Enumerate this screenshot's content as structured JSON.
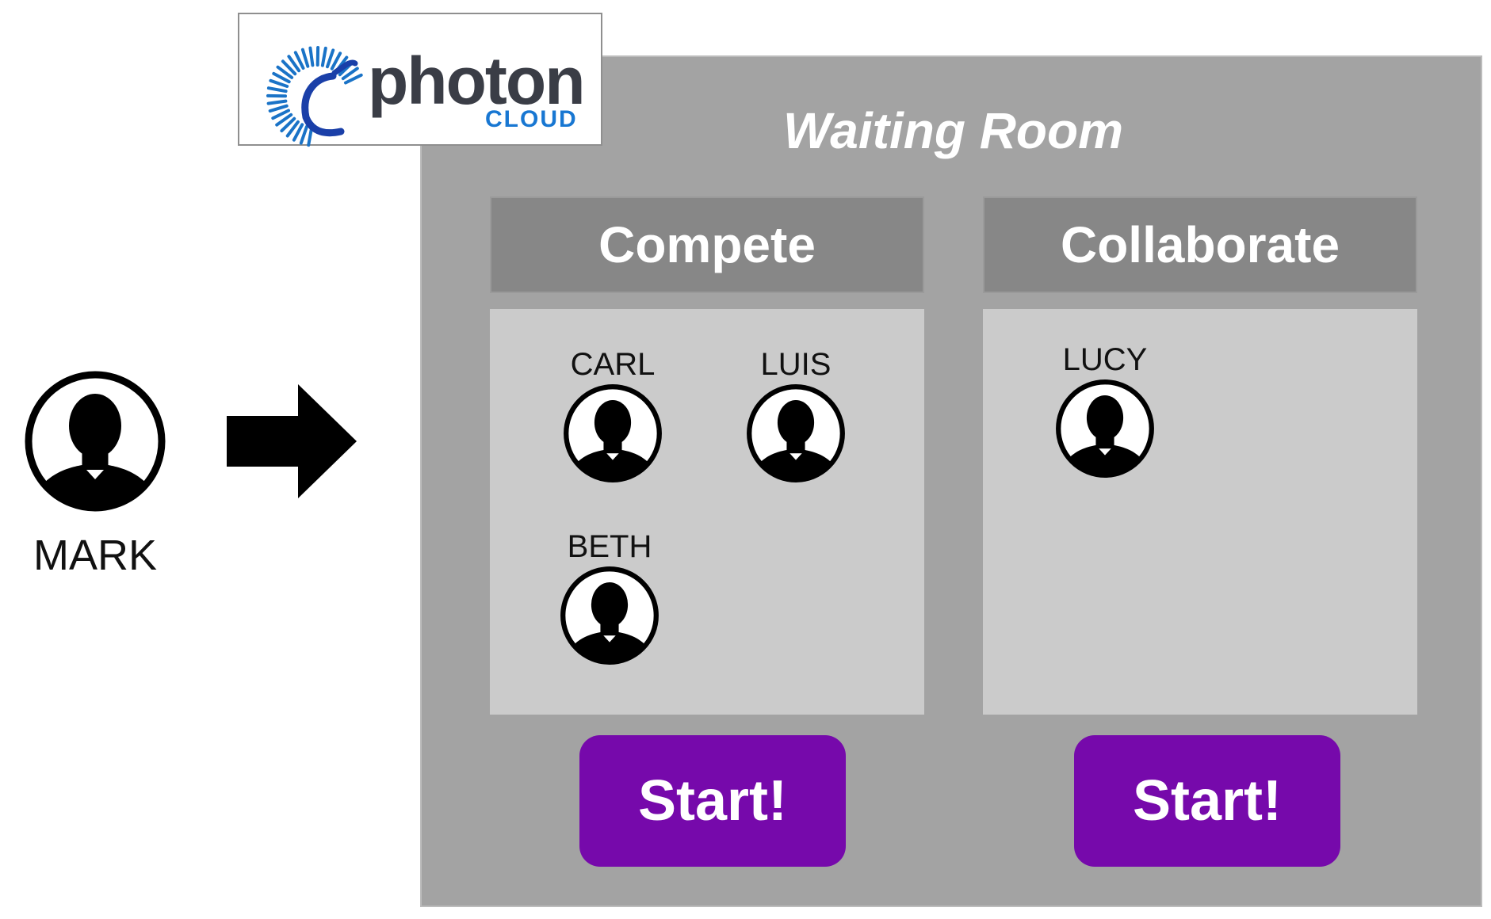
{
  "logo": {
    "word": "photon",
    "subword": "CLOUD"
  },
  "room": {
    "title": "Waiting Room"
  },
  "incoming_player": {
    "name": "MARK"
  },
  "modes": [
    {
      "label": "Compete",
      "players": [
        {
          "name": "CARL"
        },
        {
          "name": "LUIS"
        },
        {
          "name": "BETH"
        }
      ],
      "button_label": "Start!"
    },
    {
      "label": "Collaborate",
      "players": [
        {
          "name": "LUCY"
        }
      ],
      "button_label": "Start!"
    }
  ],
  "colors": {
    "room_background": "#a3a3a3",
    "header_background": "#878787",
    "panel_background": "#cbcbcb",
    "button": "#7609ab",
    "logo_text": "#3a3d46",
    "logo_accent": "#1877d2"
  },
  "icons": {
    "avatar": "person-silhouette-icon",
    "arrow": "arrow-right-icon",
    "logo_mark": "photon-swirl-icon"
  }
}
